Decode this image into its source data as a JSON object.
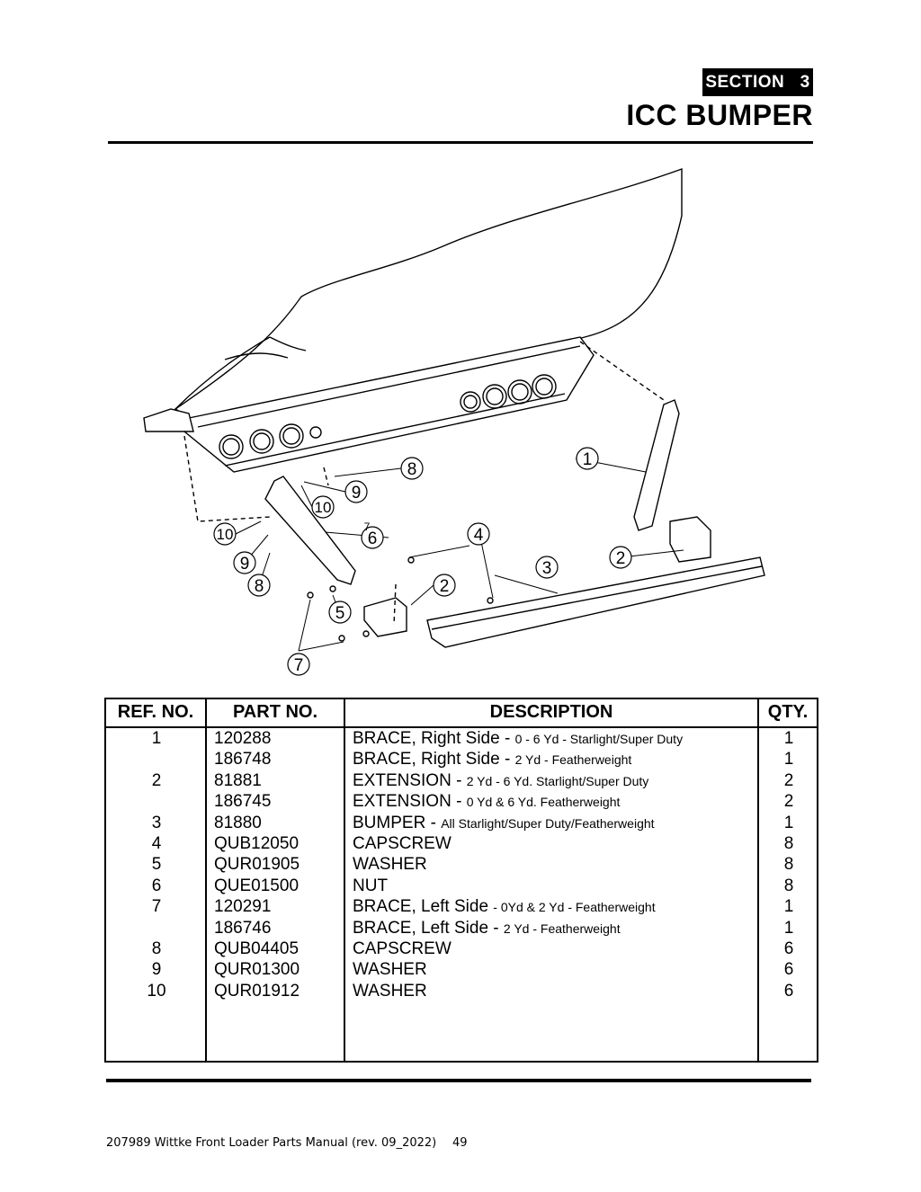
{
  "header": {
    "section_word": "SECTION",
    "section_number": "3",
    "title": "ICC BUMPER"
  },
  "diagram": {
    "callouts": [
      "1",
      "2",
      "2",
      "3",
      "4",
      "5",
      "6",
      "7",
      "8",
      "8",
      "9",
      "9",
      "10",
      "10",
      "7"
    ]
  },
  "table": {
    "headers": {
      "ref": "REF. NO.",
      "part": "PART NO.",
      "desc": "DESCRIPTION",
      "qty": "QTY."
    },
    "rows": [
      {
        "ref": "1",
        "part": "120288",
        "desc": "BRACE, Right Side - ",
        "note": "0 - 6 Yd - Starlight/Super Duty",
        "qty": "1"
      },
      {
        "ref": "",
        "part": "186748",
        "desc": "BRACE, Right Side - ",
        "note": "2 Yd - Featherweight",
        "qty": "1"
      },
      {
        "ref": "2",
        "part": "81881",
        "desc": "EXTENSION - ",
        "note": "2 Yd - 6 Yd. Starlight/Super Duty",
        "qty": "2"
      },
      {
        "ref": "",
        "part": "186745",
        "desc": "EXTENSION - ",
        "note": "0 Yd & 6 Yd. Featherweight",
        "qty": "2"
      },
      {
        "ref": "3",
        "part": "81880",
        "desc": "BUMPER - ",
        "note": "All Starlight/Super Duty/Featherweight",
        "qty": "1"
      },
      {
        "ref": "4",
        "part": "QUB12050",
        "desc": "CAPSCREW",
        "note": "",
        "qty": "8"
      },
      {
        "ref": "5",
        "part": "QUR01905",
        "desc": "WASHER",
        "note": "",
        "qty": "8"
      },
      {
        "ref": "6",
        "part": "QUE01500",
        "desc": "NUT",
        "note": "",
        "qty": "8"
      },
      {
        "ref": "7",
        "part": "120291",
        "desc": "BRACE, Left Side ",
        "note": "- 0Yd & 2 Yd - Featherweight",
        "qty": "1"
      },
      {
        "ref": "",
        "part": "186746",
        "desc": "BRACE, Left Side - ",
        "note": "2 Yd - Featherweight",
        "qty": "1"
      },
      {
        "ref": "8",
        "part": "QUB04405",
        "desc": "CAPSCREW",
        "note": "",
        "qty": "6"
      },
      {
        "ref": "9",
        "part": "QUR01300",
        "desc": "WASHER",
        "note": "",
        "qty": "6"
      },
      {
        "ref": "10",
        "part": "QUR01912",
        "desc": "WASHER",
        "note": "",
        "qty": "6"
      }
    ]
  },
  "footer": {
    "manual": "207989 Wittke Front Loader Parts Manual (rev. 09_2022)",
    "page": "49"
  }
}
